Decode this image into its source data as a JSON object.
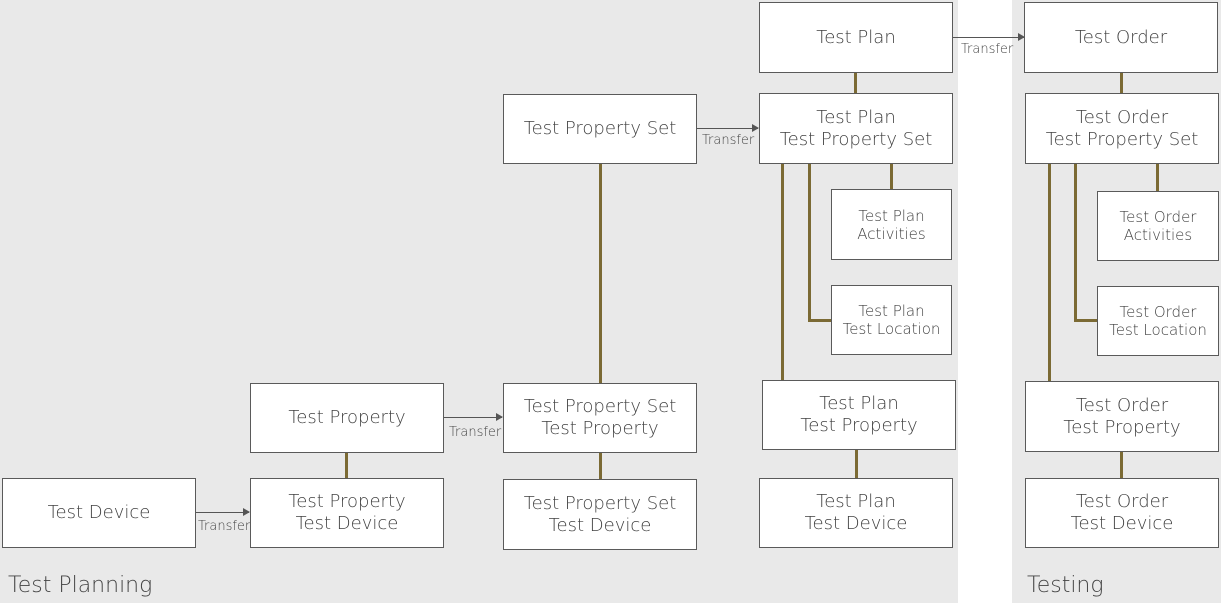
{
  "sections": {
    "planning": "Test Planning",
    "testing": "Testing"
  },
  "transfer_label": "Transfer",
  "boxes": {
    "test_device": [
      "Test Device"
    ],
    "test_property": [
      "Test Property"
    ],
    "tp_test_device": [
      "Test Property",
      "Test Device"
    ],
    "test_property_set": [
      "Test Property Set"
    ],
    "tps_test_property": [
      "Test Property Set",
      "Test Property"
    ],
    "tps_test_device": [
      "Test Property Set",
      "Test Device"
    ],
    "test_plan": [
      "Test Plan"
    ],
    "plan_property_set": [
      "Test Plan",
      "Test Property Set"
    ],
    "plan_activities": [
      "Test Plan",
      "Activities"
    ],
    "plan_location": [
      "Test Plan",
      "Test Location"
    ],
    "plan_property": [
      "Test Plan",
      "Test Property"
    ],
    "plan_device": [
      "Test Plan",
      "Test Device"
    ],
    "test_order": [
      "Test Order"
    ],
    "order_property_set": [
      "Test Order",
      "Test Property Set"
    ],
    "order_activities": [
      "Test Order",
      "Activities"
    ],
    "order_location": [
      "Test Order",
      "Test Location"
    ],
    "order_property": [
      "Test Order",
      "Test Property"
    ],
    "order_device": [
      "Test Order",
      "Test Device"
    ]
  },
  "colors": {
    "connector": "#7b6a34",
    "panel": "#e9e9e9",
    "box_border": "#5a5a5a"
  }
}
